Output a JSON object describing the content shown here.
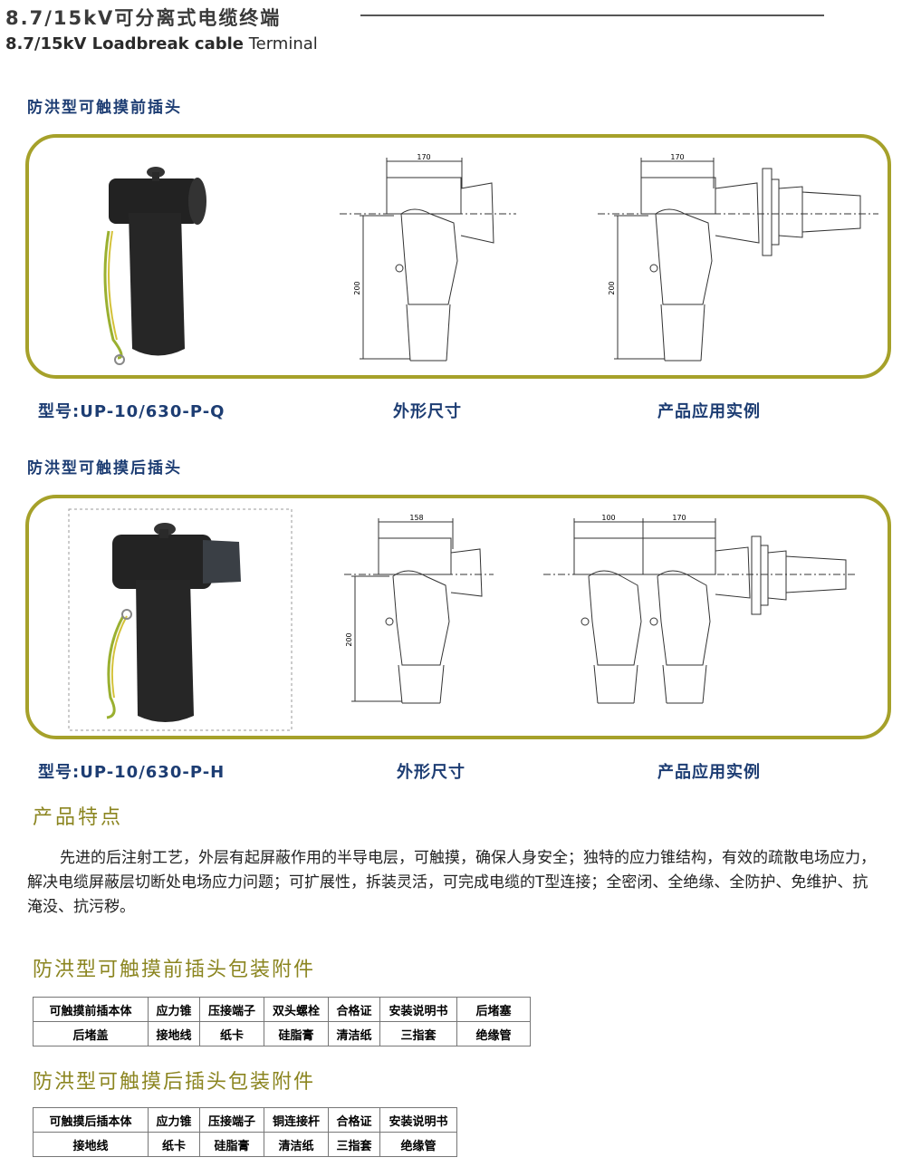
{
  "header": {
    "title": "8.7/15kV可分离式电缆终端",
    "subtitle_bold": "8.7/15kV Loadbreak cable",
    "subtitle_rest": " Terminal"
  },
  "front_section": {
    "heading": "防洪型可触摸前插头",
    "dim_width": "170",
    "dim_height": "200",
    "app_dim_width": "170",
    "app_dim_height": "200",
    "model": "型号:UP-10/630-P-Q",
    "caption_dimensions": "外形尺寸",
    "caption_application": "产品应用实例"
  },
  "rear_section": {
    "heading": "防洪型可触摸后插头",
    "dim_width": "158",
    "dim_height": "200",
    "app_dim_left": "100",
    "app_dim_right": "170",
    "model": "型号:UP-10/630-P-H",
    "caption_dimensions": "外形尺寸",
    "caption_application": "产品应用实例"
  },
  "features": {
    "title": "产品特点",
    "text": "先进的后注射工艺，外层有起屏蔽作用的半导电层，可触摸，确保人身安全；独特的应力锥结构，有效的疏散电场应力，解决电缆屏蔽层切断处电场应力问题；可扩展性，拆装灵活，可完成电缆的T型连接；全密闭、全绝缘、全防护、免维护、抗淹没、抗污秽。"
  },
  "front_package": {
    "title": "防洪型可触摸前插头包装附件",
    "rows": [
      [
        "可触摸前插本体",
        "应力锥",
        "压接端子",
        "双头螺栓",
        "合格证",
        "安装说明书",
        "后堵塞"
      ],
      [
        "后堵盖",
        "接地线",
        "纸卡",
        "硅脂膏",
        "清洁纸",
        "三指套",
        "绝缘管"
      ]
    ]
  },
  "rear_package": {
    "title": "防洪型可触摸后插头包装附件",
    "rows": [
      [
        "可触摸后插本体",
        "应力锥",
        "压接端子",
        "铜连接杆",
        "合格证",
        "安装说明书"
      ],
      [
        "接地线",
        "纸卡",
        "硅脂膏",
        "清洁纸",
        "三指套",
        "绝缘管"
      ]
    ]
  },
  "colors": {
    "panel_border": "#a6a12a",
    "heading_blue": "#1d3d73",
    "olive_title": "#8b8520"
  }
}
